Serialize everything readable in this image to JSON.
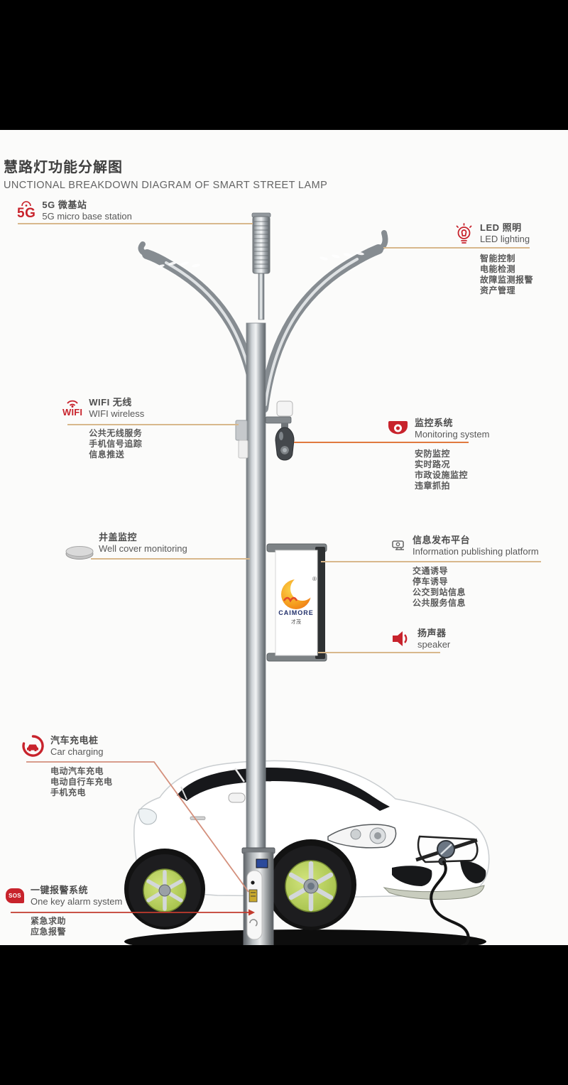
{
  "header": {
    "title_zh": "慧路灯功能分解图",
    "title_en": "UNCTIONAL BREAKDOWN DIAGRAM OF SMART STREET LAMP"
  },
  "colors": {
    "accent-red": "#c8232c",
    "line-tan": "#d8b88c",
    "line-orange": "#e07a3f",
    "line-red": "#c23b2e",
    "line-salmon": "#d4907c",
    "band": "#000000"
  },
  "annotations": {
    "g5": {
      "icon": "5g-signal-icon",
      "icon_text": "5G",
      "zh": "5G 微基站",
      "en": "5G micro base station"
    },
    "led": {
      "icon": "led-bulb-icon",
      "zh": "LED 照明",
      "en": "LED lighting",
      "items": [
        "智能控制",
        "电能检测",
        "故障监测报警",
        "资产管理"
      ]
    },
    "wifi": {
      "icon": "wifi-icon",
      "icon_text": "WIFI",
      "zh": "WIFI 无线",
      "en": "WIFI wireless",
      "items": [
        "公共无线服务",
        "手机信号追踪",
        "信息推送"
      ]
    },
    "monitoring": {
      "icon": "camera-dome-icon",
      "zh": "监控系统",
      "en": "Monitoring system",
      "items": [
        "安防监控",
        "实时路况",
        "市政设施监控",
        "违章抓拍"
      ]
    },
    "well": {
      "icon": "well-cover-icon",
      "zh": "井盖监控",
      "en": "Well cover monitoring"
    },
    "info": {
      "icon": "display-screen-icon",
      "zh": "信息发布平台",
      "en": "Information publishing platform",
      "items": [
        "交通诱导",
        "停车诱导",
        "公交到站信息",
        "公共服务信息"
      ]
    },
    "speaker": {
      "icon": "speaker-icon",
      "zh": "扬声器",
      "en": "speaker"
    },
    "charging": {
      "icon": "car-charging-icon",
      "zh": "汽车充电桩",
      "en": "Car charging",
      "items": [
        "电动汽车充电",
        "电动自行车充电",
        "手机充电"
      ]
    },
    "alarm": {
      "icon": "sos-icon",
      "icon_text": "SOS",
      "zh": "一键报警系统",
      "en": "One key alarm system",
      "items": [
        "紧急求助",
        "应急报警"
      ]
    }
  },
  "illustration": {
    "logo_text": "CAIMORE",
    "logo_sub": "才茂",
    "logo_reg": "®"
  }
}
